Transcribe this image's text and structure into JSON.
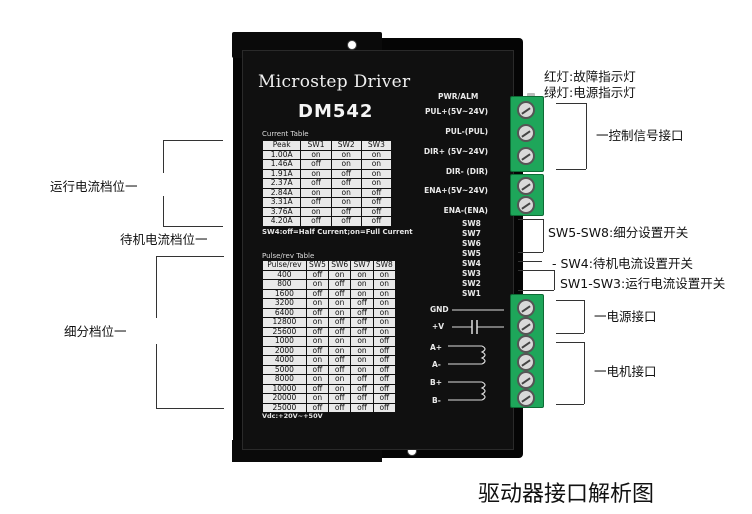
{
  "driver": {
    "title": "Microstep  Driver",
    "model": "DM542",
    "current_table": {
      "caption": "Current  Table",
      "headers": [
        "Peak",
        "SW1",
        "SW2",
        "SW3"
      ],
      "rows": [
        [
          "1.00A",
          "on",
          "on",
          "on"
        ],
        [
          "1.46A",
          "off",
          "on",
          "on"
        ],
        [
          "1.91A",
          "on",
          "off",
          "on"
        ],
        [
          "2.37A",
          "off",
          "off",
          "on"
        ],
        [
          "2.84A",
          "on",
          "on",
          "off"
        ],
        [
          "3.31A",
          "off",
          "on",
          "off"
        ],
        [
          "3.76A",
          "on",
          "off",
          "off"
        ],
        [
          "4.20A",
          "off",
          "off",
          "off"
        ]
      ]
    },
    "current_note": "SW4:off=Half Current;on=Full Current",
    "pulse_table": {
      "caption": "Pulse/rev Table",
      "headers": [
        "Pulse/rev",
        "SW5",
        "SW6",
        "SW7",
        "SW8"
      ],
      "rows": [
        [
          "400",
          "off",
          "on",
          "on",
          "on"
        ],
        [
          "800",
          "on",
          "off",
          "on",
          "on"
        ],
        [
          "1600",
          "off",
          "off",
          "on",
          "on"
        ],
        [
          "3200",
          "on",
          "on",
          "off",
          "on"
        ],
        [
          "6400",
          "off",
          "on",
          "off",
          "on"
        ],
        [
          "12800",
          "on",
          "off",
          "off",
          "on"
        ],
        [
          "25600",
          "off",
          "off",
          "off",
          "on"
        ],
        [
          "1000",
          "on",
          "on",
          "on",
          "off"
        ],
        [
          "2000",
          "off",
          "on",
          "on",
          "off"
        ],
        [
          "4000",
          "on",
          "off",
          "on",
          "off"
        ],
        [
          "5000",
          "off",
          "off",
          "on",
          "off"
        ],
        [
          "8000",
          "on",
          "on",
          "off",
          "off"
        ],
        [
          "10000",
          "off",
          "on",
          "off",
          "off"
        ],
        [
          "20000",
          "on",
          "off",
          "off",
          "off"
        ],
        [
          "25000",
          "off",
          "off",
          "off",
          "off"
        ]
      ]
    },
    "voltage_note": "Vdc:+20V~+50V",
    "pwr_alm": "PWR/ALM",
    "signal_pins": [
      "PUL+(5V~24V)",
      "PUL-(PUL)",
      "DIR+ (5V~24V)",
      "DIR- (DIR)",
      "ENA+(5V~24V)",
      "ENA-(ENA)"
    ],
    "switches": [
      "SW8",
      "SW7",
      "SW6",
      "SW5",
      "SW4",
      "SW3",
      "SW2",
      "SW1"
    ],
    "power_pins": [
      "GND",
      "+V"
    ],
    "motor_pins": [
      "A+",
      "A-",
      "B+",
      "B-"
    ]
  },
  "annotations": {
    "red_led": "红灯:故障指示灯",
    "green_led": "绿灯:电源指示灯",
    "control_signal": "一控制信号接口",
    "sw5_sw8": "SW5-SW8:细分设置开关",
    "sw4": "- SW4:待机电流设置开关",
    "sw1_sw3": "SW1-SW3:运行电流设置开关",
    "power_port": "一电源接口",
    "motor_port": "一电机接口",
    "run_current": "运行电流档位一",
    "standby_current": "待机电流档位一",
    "microstep": "细分档位一"
  },
  "caption": "驱动器接口解析图",
  "colors": {
    "terminal_green": "#1ea65a",
    "driver_black": "#101010"
  }
}
